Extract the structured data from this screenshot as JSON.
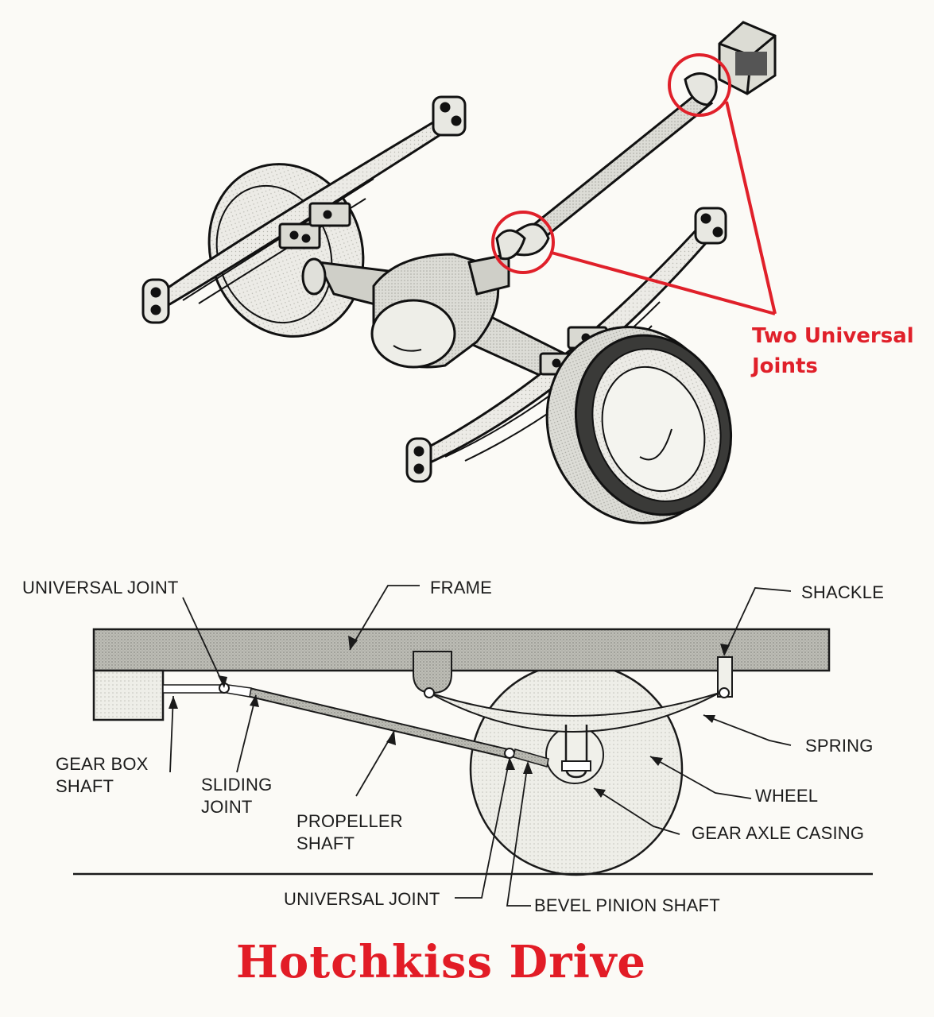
{
  "figure_title": "Hotchkiss Drive",
  "annotation": {
    "line1": "Two Universal",
    "line2": "Joints",
    "color": "#e0202a"
  },
  "labels": {
    "universal_joint_top": "UNIVERSAL JOINT",
    "frame": "FRAME",
    "shackle": "SHACKLE",
    "gear_box_shaft": [
      "GEAR BOX",
      "SHAFT"
    ],
    "sliding_joint": [
      "SLIDING",
      "JOINT"
    ],
    "propeller_shaft": [
      "PROPELLER",
      "SHAFT"
    ],
    "spring": "SPRING",
    "wheel": "WHEEL",
    "gear_axle_casing": "GEAR AXLE CASING",
    "universal_joint_bottom": "UNIVERSAL JOINT",
    "bevel_pinion_shaft": "BEVEL PINION SHAFT"
  }
}
